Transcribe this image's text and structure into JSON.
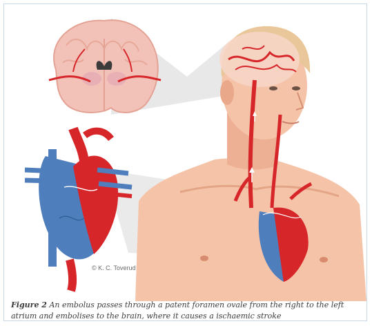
{
  "figure": {
    "label": "Figure 2",
    "caption_text": "An embolus passes through a patent foramen ovale from the right to the left atrium and embolises to the brain, where it causes a ischaemic stroke",
    "credit": "© K. C. Toverud"
  },
  "colors": {
    "skin": "#f5c3a8",
    "skin_shadow": "#e8a585",
    "brain_pink": "#f2c2b8",
    "artery_red": "#d7262a",
    "vein_blue": "#4f7ebd",
    "callout_gray": "#cfcfcf",
    "frame_border": "#c9d8e6"
  }
}
